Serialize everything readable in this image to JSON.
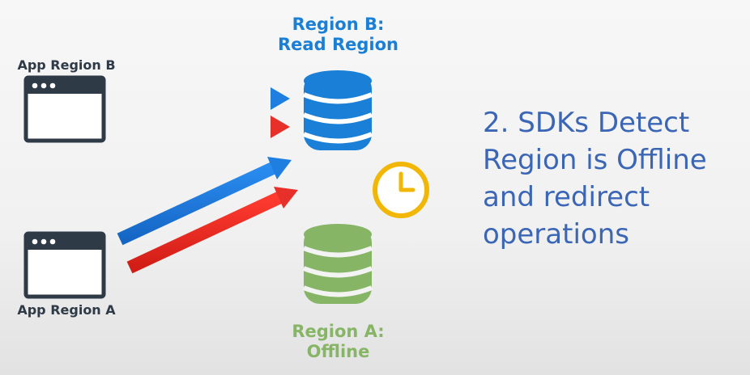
{
  "labels": {
    "app_region_b": "App Region B",
    "app_region_a": "App Region A",
    "region_b_line1": "Region B:",
    "region_b_line2": "Read Region",
    "region_a_line1": "Region A:",
    "region_a_line2": "Offline"
  },
  "message": {
    "line1": "2. SDKs Detect",
    "line2": "Region is Offline",
    "line3": "and redirect",
    "line4": "operations"
  },
  "colors": {
    "region_b": "#1a7fd6",
    "region_a": "#87b566",
    "arrow_blue": "#1f7fe0",
    "arrow_red": "#e8302a",
    "clock": "#f2b705",
    "app_window": "#2f3a47",
    "message": "#3b66b6"
  },
  "icons": {
    "app_window": "app-window-icon",
    "database": "database-icon",
    "clock": "clock-icon"
  }
}
